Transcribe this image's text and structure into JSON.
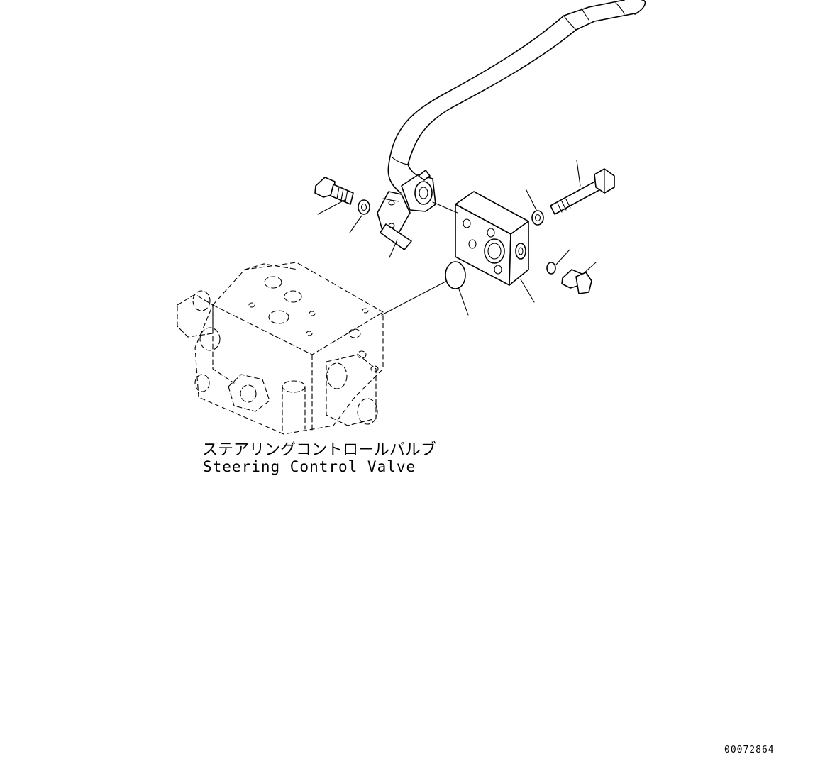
{
  "diagram": {
    "component_label_jp": "ステアリングコントロールバルブ",
    "component_label_en": "Steering Control Valve",
    "document_number": "00072864"
  }
}
